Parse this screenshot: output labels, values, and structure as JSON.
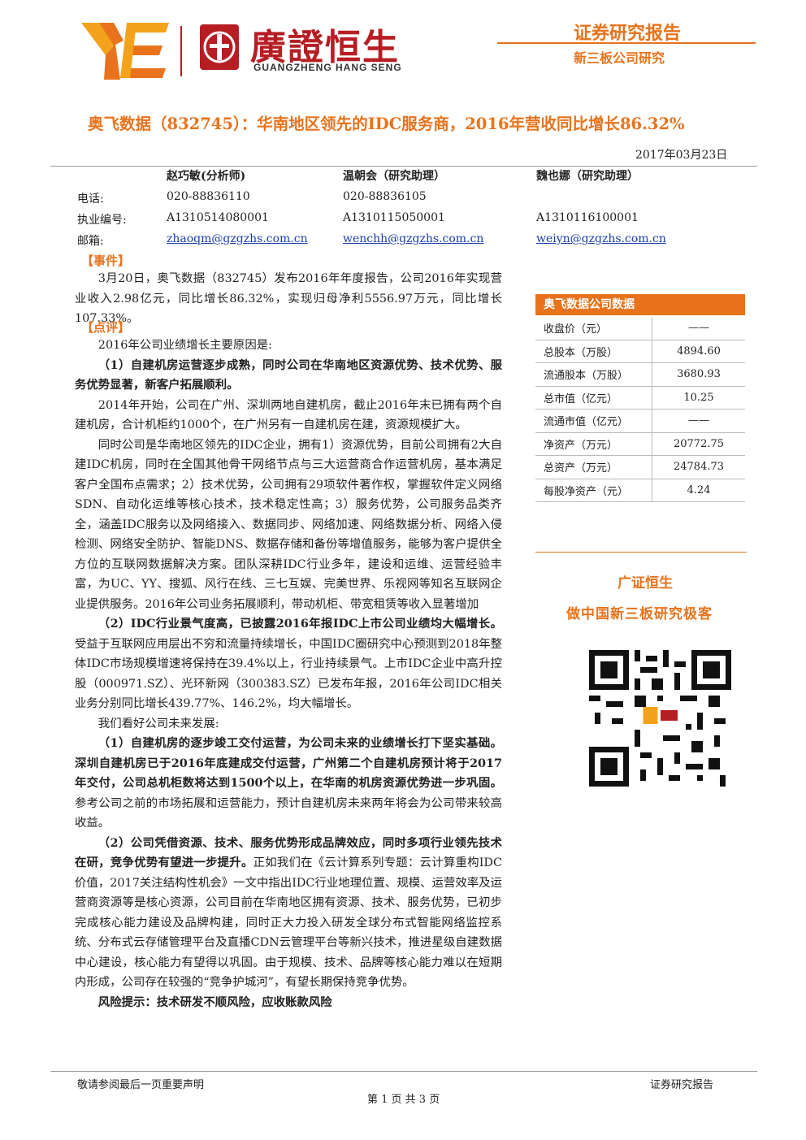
{
  "header": {
    "company_cn": "廣證恒生",
    "company_en": "GUANGZHENG HANG SENG",
    "report_type": "证券研究报告",
    "report_subtype": "新三板公司研究"
  },
  "title": "奥飞数据（832745）：华南地区领先的IDC服务商，2016年营收同比增长86.32%",
  "date": "2017年03月23日",
  "analysts": {
    "labels": {
      "phone": "电话:",
      "license": "执业编号:",
      "email": "邮箱:"
    },
    "people": [
      {
        "name": "赵巧敏(分析师)",
        "phone": "020-88836110",
        "license": "A1310514080001",
        "email": "zhaoqm@gzgzhs.com.cn"
      },
      {
        "name": "温朝会（研究助理）",
        "phone": "020-88836105",
        "license": "A1310115050001",
        "email": "wenchh@gzgzhs.com.cn"
      },
      {
        "name": "魏也娜（研究助理）",
        "phone": "",
        "license": "A1310116100001",
        "email": "weiyn@gzgzhs.com.cn"
      }
    ]
  },
  "sections": {
    "event_label": "【事件】",
    "comment_label": "【点评】"
  },
  "body": {
    "event": "3月20日，奥飞数据（832745）发布2016年年度报告，公司2016年实现营业收入2.98亿元，同比增长86.32%，实现归母净利5556.97万元，同比增长107.33%。",
    "intro": "2016年公司业绩增长主要原因是:",
    "p1_bold": "（1）自建机房运营逐步成熟，同时公司在华南地区资源优势、技术优势、服务优势显著，新客户拓展顺利。",
    "p1a": "2014年开始，公司在广州、深圳两地自建机房，截止2016年末已拥有两个自建机房，合计机柜约1000个，在广州另有一自建机房在建，资源规模扩大。",
    "p1b": "同时公司是华南地区领先的IDC企业，拥有1）资源优势，目前公司拥有2大自建IDC机房，同时在全国其他骨干网络节点与三大运营商合作运营机房，基本满足客户全国布点需求；2）技术优势，公司拥有29项软件著作权，掌握软件定义网络SDN、自动化运维等核心技术，技术稳定性高；3）服务优势，公司服务品类齐全，涵盖IDC服务以及网络接入、数据同步、网络加速、网络数据分析、网络入侵检测、网络安全防护、智能DNS、数据存储和备份等增值服务，能够为客户提供全方位的互联网数据解决方案。团队深耕IDC行业多年，建设和运维、运营经验丰富，为UC、YY、搜狐、风行在线、三七互娱、完美世界、乐视网等知名互联网企业提供服务。2016年公司业务拓展顺利，带动机柜、带宽租赁等收入显著增加",
    "p2_bold": "（2）IDC行业景气度高，已披露2016年报IDC上市公司业绩均大幅增长。",
    "p2_rest": "受益于互联网应用层出不穷和流量持续增长，中国IDC圈研究中心预测到2018年整体IDC市场规模增速将保持在39.4%以上，行业持续景气。上市IDC企业中高升控股（000971.SZ）、光环新网（300383.SZ）已发布年报，2016年公司IDC相关业务分别同比增长439.77%、146.2%，均大幅增长。",
    "outlook": "我们看好公司未来发展:",
    "o1_bold": "（1）自建机房的逐步竣工交付运营，为公司未来的业绩增长打下坚实基础。深圳自建机房已于2016年底建成交付运营，广州第二个自建机房预计将于2017年交付，公司总机柜数将达到1500个以上，在华南的机房资源优势进一步巩固。",
    "o1_rest": "参考公司之前的市场拓展和运营能力，预计自建机房未来两年将会为公司带来较高收益。",
    "o2_bold": "（2）公司凭借资源、技术、服务优势形成品牌效应，同时多项行业领先技术在研，竞争优势有望进一步提升。",
    "o2_rest": "正如我们在《云计算系列专题：云计算重构IDC价值，2017关注结构性机会》一文中指出IDC行业地理位置、规模、运营效率及运营商资源等是核心资源，公司目前在华南地区拥有资源、技术、服务优势，已初步完成核心能力建设及品牌构建，同时正大力投入研发全球分布式智能网络监控系统、分布式云存储管理平台及直播CDN云管理平台等新兴技术，推进星级自建数据中心建设，核心能力有望得以巩固。由于规模、技术、品牌等核心能力难以在短期内形成，公司存在较强的“竞争护城河”，有望长期保持竞争优势。",
    "risk": "风险提示：技术研发不顺风险，应收账款风险"
  },
  "side_table": {
    "title": "奥飞数据公司数据",
    "rows": [
      {
        "k": "收盘价（元）",
        "v": "——"
      },
      {
        "k": "总股本（万股）",
        "v": "4894.60"
      },
      {
        "k": "流通股本（万股）",
        "v": "3680.93"
      },
      {
        "k": "总市值（亿元）",
        "v": "10.25"
      },
      {
        "k": "流通市值（亿元）",
        "v": "——"
      },
      {
        "k": "净资产（万元）",
        "v": "20772.75"
      },
      {
        "k": "总资产（万元）",
        "v": "24784.73"
      },
      {
        "k": "每股净资产（元）",
        "v": "4.24"
      }
    ]
  },
  "side": {
    "brand": "广证恒生",
    "slogan": "做中国新三板研究极客"
  },
  "footer": {
    "left": "敬请参阅最后一页重要声明",
    "right": "证券研究报告",
    "page": "第 1 页 共 3 页"
  },
  "colors": {
    "accent": "#e8731c",
    "brand_red": "#b61e24",
    "link": "#1a3fa8"
  }
}
